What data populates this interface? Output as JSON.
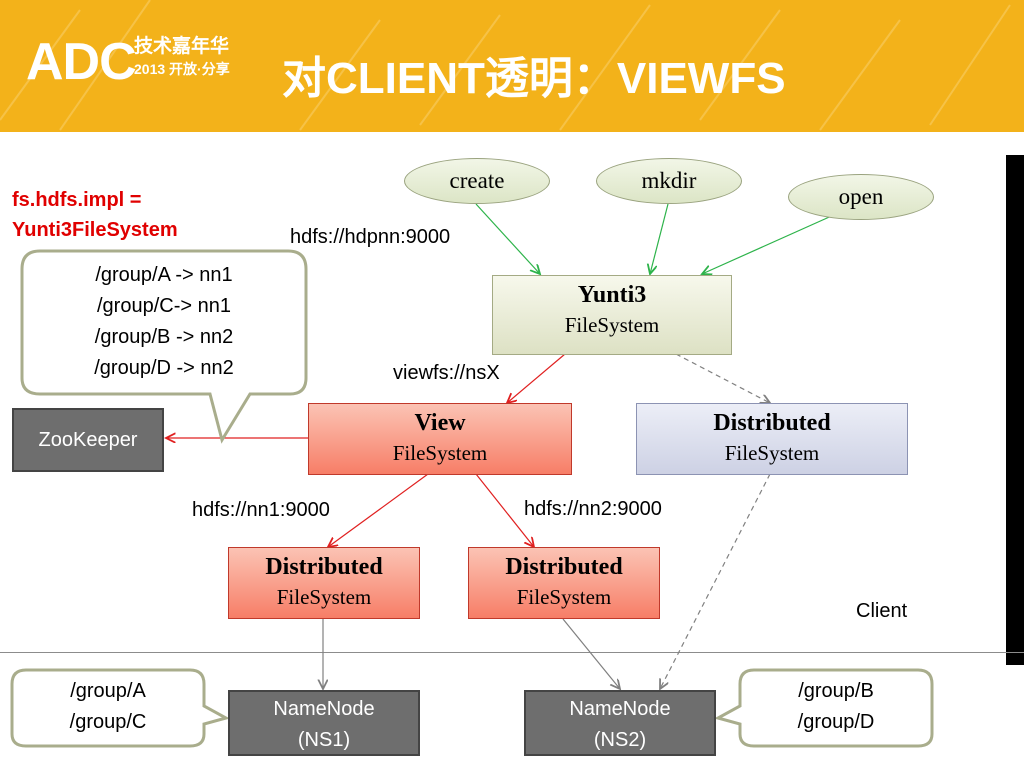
{
  "header": {
    "logo": "ADC",
    "logo_sub_1": "技术嘉年华",
    "logo_sub_2": "2013 开放·分享",
    "title": "对CLIENT透明：VIEWFS"
  },
  "config_label": {
    "line1": "fs.hdfs.impl =",
    "line2": "Yunti3FileSystem"
  },
  "mapping": [
    "/group/A -> nn1",
    "/group/C-> nn1",
    "/group/B -> nn2",
    "/group/D -> nn2"
  ],
  "ops": {
    "create": "create",
    "mkdir": "mkdir",
    "open": "open"
  },
  "uris": {
    "hdpnn": "hdfs://hdpnn:9000",
    "viewfs": "viewfs://nsX",
    "nn1": "hdfs://nn1:9000",
    "nn2": "hdfs://nn2:9000"
  },
  "boxes": {
    "yunti": {
      "title": "Yunti3",
      "sub": "FileSystem"
    },
    "view": {
      "title": "View",
      "sub": "FileSystem"
    },
    "dist_right": {
      "title": "Distributed",
      "sub": "FileSystem"
    },
    "dist_left": {
      "title": "Distributed",
      "sub": "FileSystem"
    },
    "dist_mid": {
      "title": "Distributed",
      "sub": "FileSystem"
    }
  },
  "zookeeper": "ZooKeeper",
  "client_label": "Client",
  "namenodes": {
    "ns1": {
      "line1": "NameNode",
      "line2": "(NS1)"
    },
    "ns2": {
      "line1": "NameNode",
      "line2": "(NS2)"
    }
  },
  "ns1_groups": [
    "/group/A",
    "/group/C"
  ],
  "ns2_groups": [
    "/group/B",
    "/group/D"
  ],
  "colors": {
    "header": "#f3b21a",
    "green_arrow": "#2db34a",
    "red_arrow": "#e02020",
    "gray_arrow": "#808080",
    "config_text": "#e00000"
  }
}
